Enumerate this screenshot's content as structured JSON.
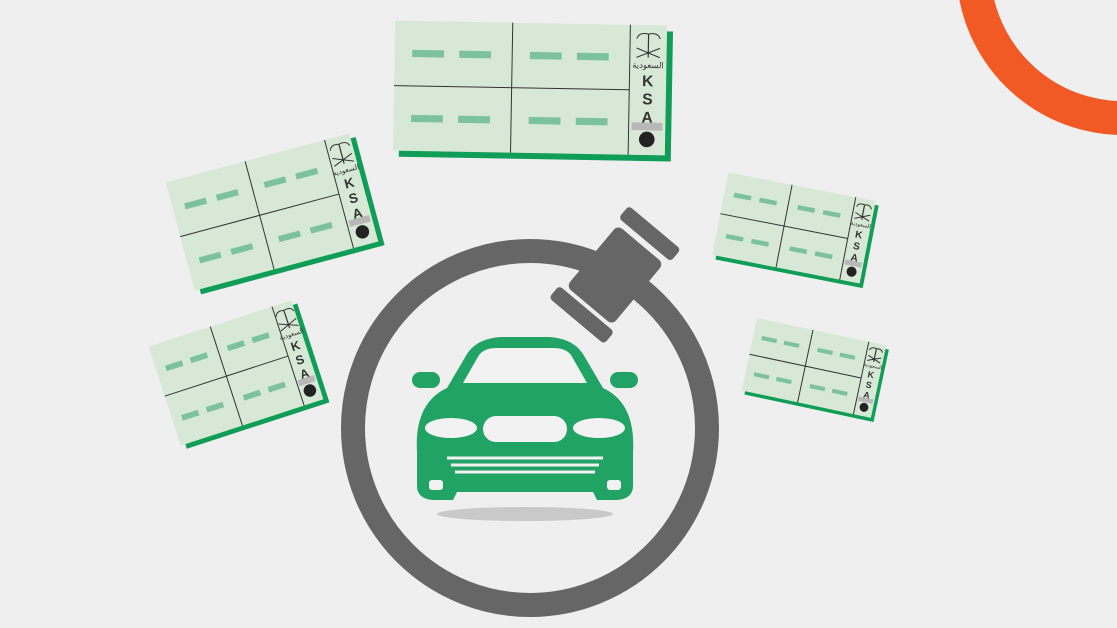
{
  "scene": {
    "title": "",
    "colors": {
      "background": "#efefef",
      "accent": "#f15a24",
      "brand_green": "#0f9d58",
      "car_green": "#22a366",
      "ring_gray": "#666666",
      "plate_face": "#d8e8d6",
      "plate_line": "#333333",
      "dash": "#7cc29c",
      "circle_fill": "#f2f2f2"
    }
  },
  "plates": [
    {
      "id": "plate-top",
      "country_code": "KSA",
      "letters": [
        "K",
        "S",
        "A"
      ],
      "arabic_label": "السعودية"
    },
    {
      "id": "plate-left-upper",
      "country_code": "KSA",
      "letters": [
        "K",
        "S",
        "A"
      ],
      "arabic_label": "السعودية"
    },
    {
      "id": "plate-left-lower",
      "country_code": "KSA",
      "letters": [
        "K",
        "S",
        "A"
      ],
      "arabic_label": "السعودية"
    },
    {
      "id": "plate-right-upper",
      "country_code": "KSA",
      "letters": [
        "K",
        "S",
        "A"
      ],
      "arabic_label": "السعودية"
    },
    {
      "id": "plate-right-lower",
      "country_code": "KSA",
      "letters": [
        "K",
        "S",
        "A"
      ],
      "arabic_label": "السعودية"
    }
  ],
  "icons": {
    "gavel": "gavel-icon",
    "car": "car-icon",
    "emblem": "palm-swords-emblem-icon",
    "ring": "ring-icon",
    "accent_arc": "orange-arc-icon"
  }
}
